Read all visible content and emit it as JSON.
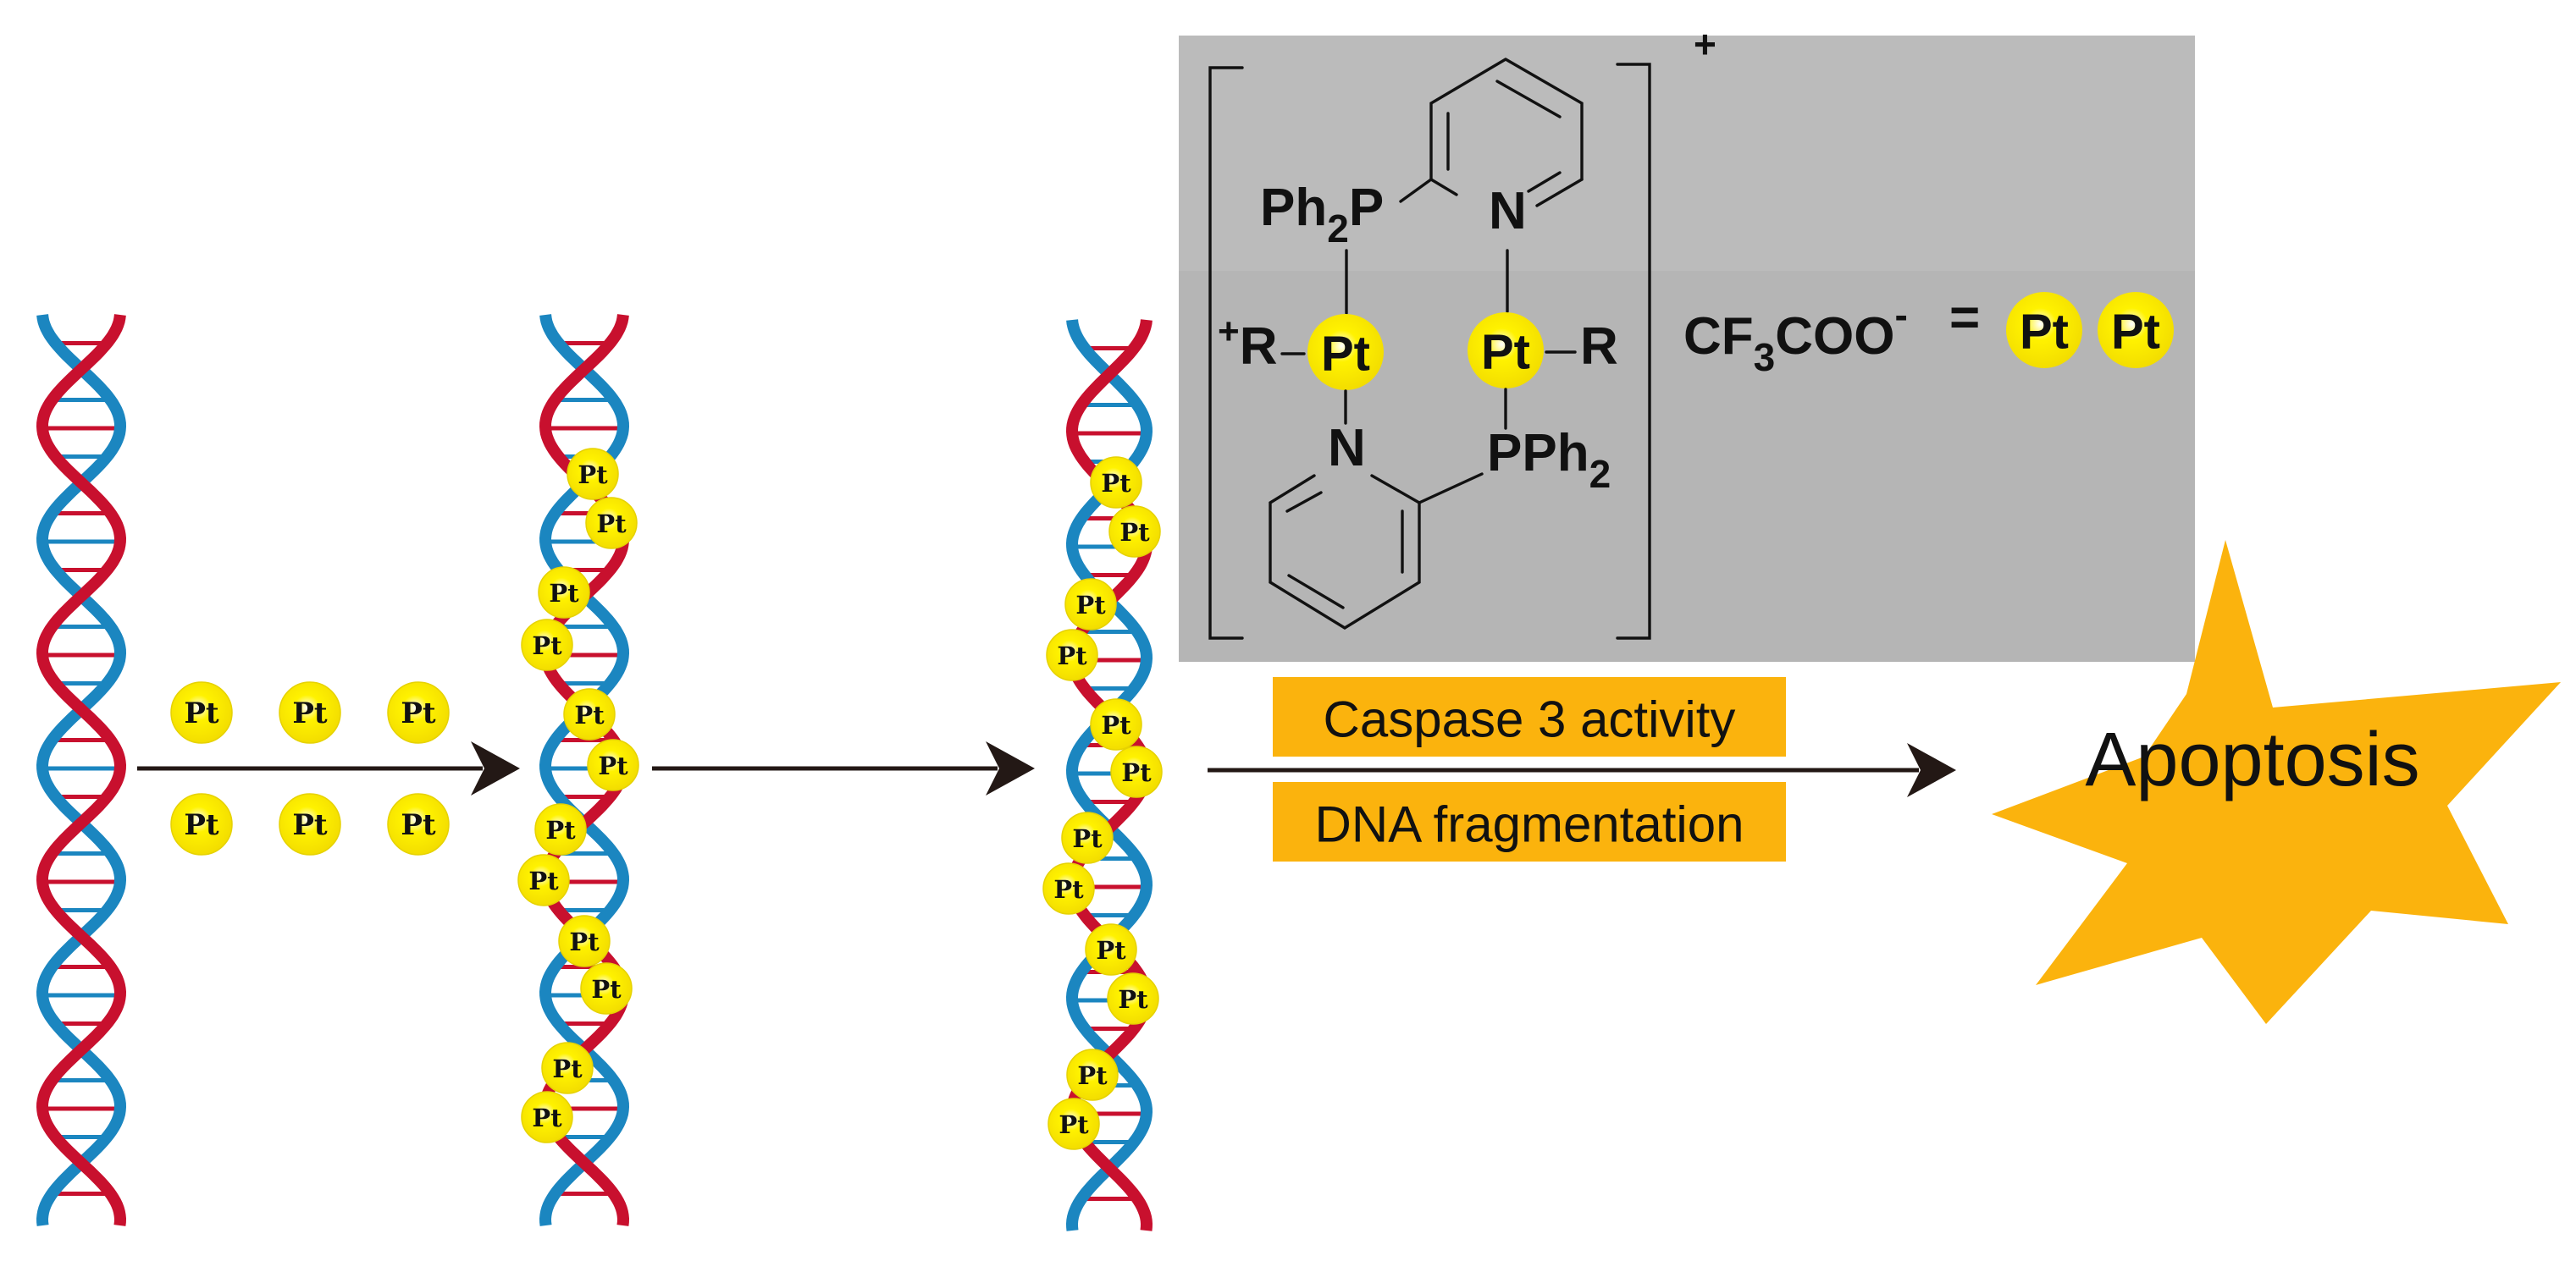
{
  "diagram": {
    "pt_label": "Pt",
    "complex": {
      "charge": "+",
      "ph2p_top": {
        "main": "Ph",
        "sub": "2",
        "tail": "P"
      },
      "n_top": "N",
      "r_left": {
        "sup": "+",
        "main": "R"
      },
      "r_right": "R",
      "n_bottom": "N",
      "pph2_bottom": {
        "main": "PPh",
        "sub": "2"
      },
      "counterion": {
        "a": "CF",
        "sub": "3",
        "b": "COO",
        "sup": "-"
      },
      "equals": "="
    },
    "labels": {
      "caspase": "Caspase 3 activity",
      "fragmentation": "DNA fragmentation",
      "apoptosis": "Apoptosis"
    },
    "colors": {
      "strand_red": "#c8102e",
      "strand_blue": "#1b86c0",
      "pt_fill": "#fff200",
      "panel": "#bbbbbb",
      "label_box": "#fbb30d",
      "star": "#fbb30d",
      "arrow": "#231815"
    }
  }
}
